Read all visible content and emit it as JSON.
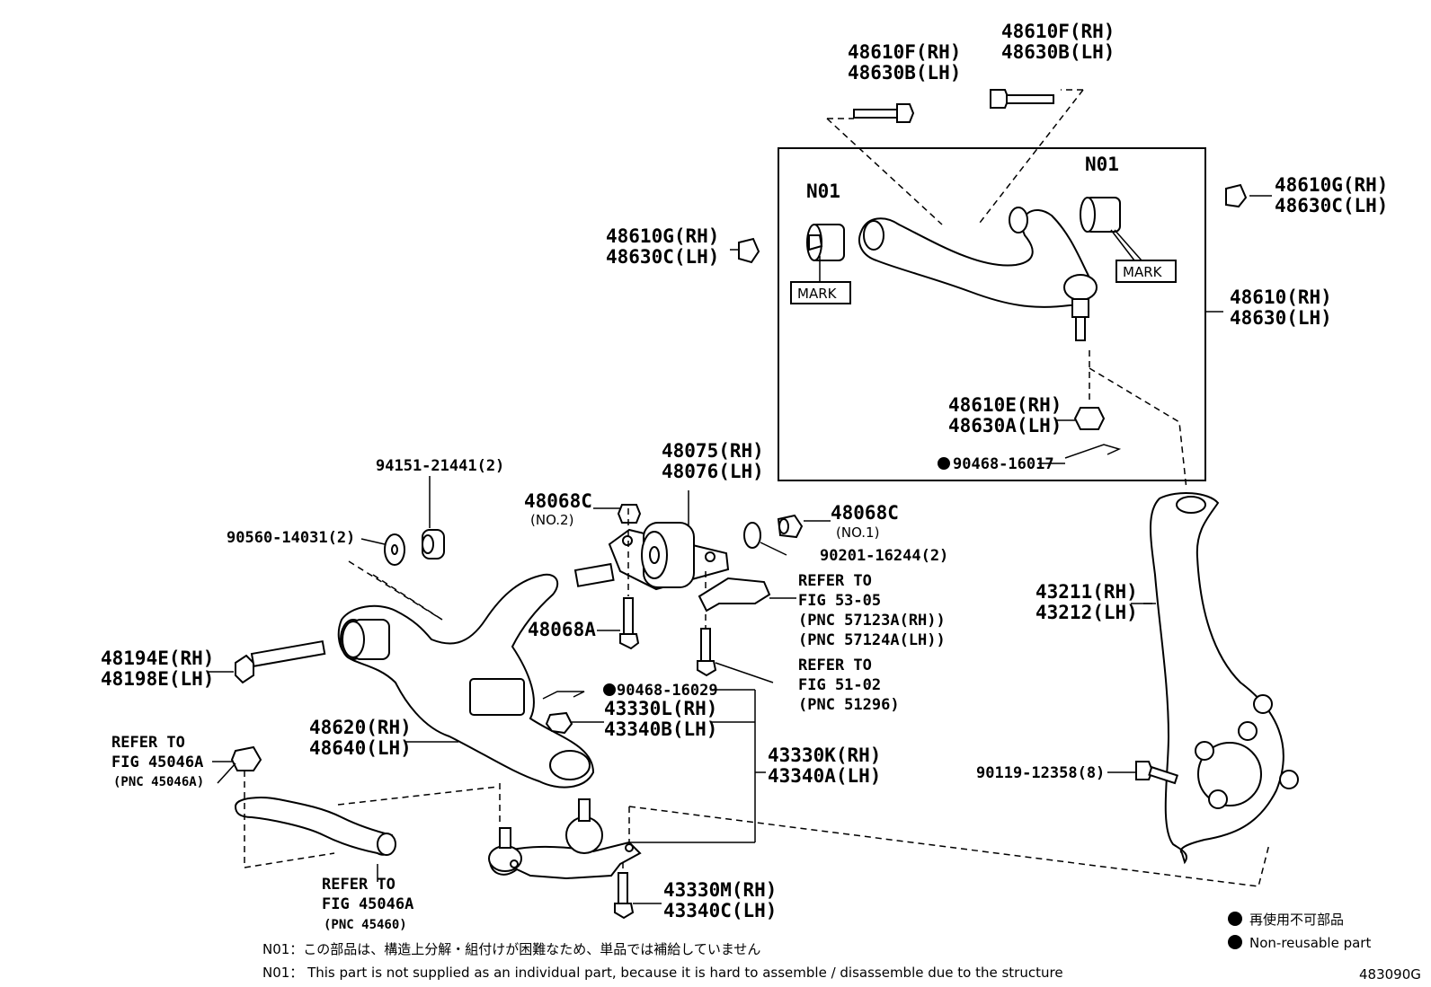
{
  "labels": {
    "l1a": "48610F(RH)",
    "l1b": "48630B(LH)",
    "l2a": "48610F(RH)",
    "l2b": "48630B(LH)",
    "n01_left": "N01",
    "n01_right": "N01",
    "mark_left": "MARK",
    "mark_right": "MARK",
    "l3a": "48610G(RH)",
    "l3b": "48630C(LH)",
    "l4a": "48610G(RH)",
    "l4b": "48630C(LH)",
    "l5a": "48610(RH)",
    "l5b": "48630(LH)",
    "l6a": "48610E(RH)",
    "l6b": "48630A(LH)",
    "l7": "90468-16017",
    "l8": "94151-21441(2)",
    "l9": "90560-14031(2)",
    "l10a": "48068C",
    "l10b": "(NO.2)",
    "l11a": "48075(RH)",
    "l11b": "48076(LH)",
    "l12a": "48068C",
    "l12b": "(NO.1)",
    "l13": "90201-16244(2)",
    "l14a": "REFER TO",
    "l14b": "FIG 53-05",
    "l14c": "(PNC 57123A(RH))",
    "l14d": "(PNC 57124A(LH))",
    "l15": "48068A",
    "l16a": "REFER TO",
    "l16b": "FIG 51-02",
    "l16c": "(PNC 51296)",
    "l17a": "48194E(RH)",
    "l17b": "48198E(LH)",
    "l18": "90468-16029",
    "l19a": "43330L(RH)",
    "l19b": "43340B(LH)",
    "l20a": "48620(RH)",
    "l20b": "48640(LH)",
    "l21a": "43330K(RH)",
    "l21b": "43340A(LH)",
    "l22a": "REFER TO",
    "l22b": "FIG 45046A",
    "l22c": "(PNC 45046A)",
    "l23a": "43211(RH)",
    "l23b": "43212(LH)",
    "l24": "90119-12358(8)",
    "l25a": "REFER TO",
    "l25b": "FIG 45046A",
    "l25c": "(PNC 45460)",
    "l26a": "43330M(RH)",
    "l26b": "43340C(LH)"
  },
  "notes": {
    "jp": "N01：この部品は、構造上分解・組付けが困難なため、単品では補給していません",
    "en": "N01： This part is not supplied as an individual part, because it is hard to assemble / disassemble due to the structure"
  },
  "legend": {
    "jp": "再使用不可部品",
    "en": "Non-reusable part"
  },
  "figure_code": "483090G"
}
